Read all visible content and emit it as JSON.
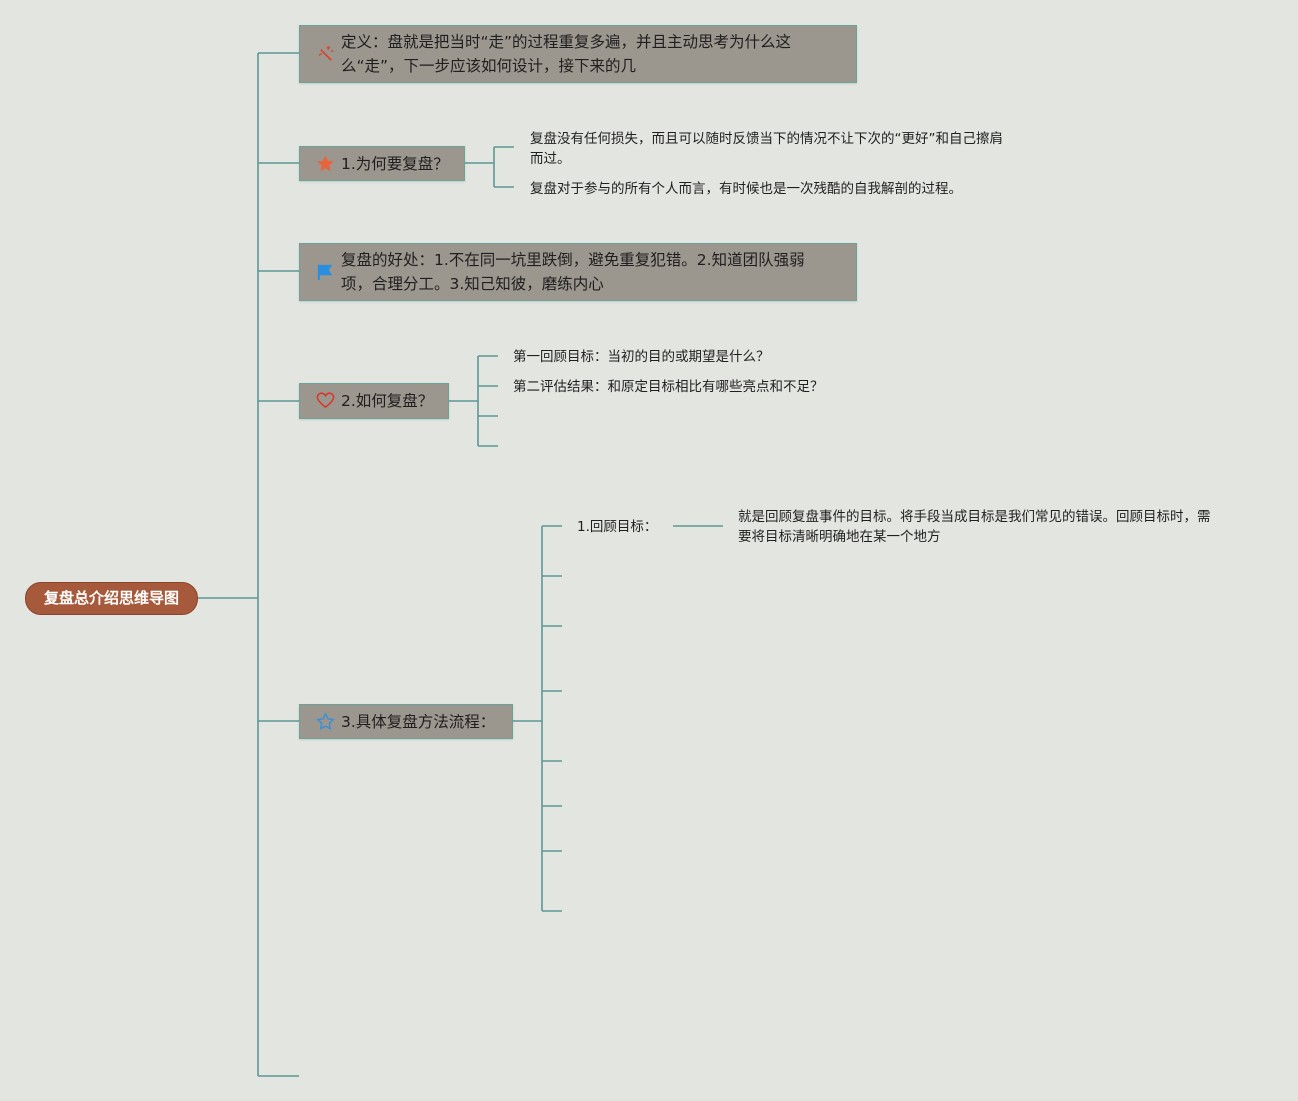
{
  "colors": {
    "background": "#e3e5e1",
    "root_fill": "#a65a3b",
    "topic_fill": "#9b968e",
    "topic_border": "#6aa39c",
    "line": "#5d9894"
  },
  "root": {
    "label": "复盘总介绍思维导图"
  },
  "definition": {
    "icon": "magic-wand-icon",
    "lines": [
      "定义：盘就是把当时“走”的过程重复多遍，并且主动思考为什么这",
      "么“走”，下一步应该如何设计，接下来的几"
    ]
  },
  "why": {
    "icon": "star-icon",
    "label": "1.为何要复盘？",
    "children": [
      {
        "lines": [
          "复盘没有任何损失，而且可以随时反馈当下的情况不让下次的“更好”和自己擦肩",
          "而过。"
        ]
      },
      {
        "lines": [
          "复盘对于参与的所有个人而言，有时候也是一次残酷的自我解剖的过程。"
        ]
      }
    ]
  },
  "benefits": {
    "icon": "flag-icon",
    "lines": [
      "复盘的好处：1.不在同一坑里跌倒，避免重复犯错。2.知道团队强弱",
      "项，合理分工。3.知己知彼，磨练内心"
    ]
  },
  "how": {
    "icon": "heart-icon",
    "label": "2.如何复盘？",
    "children": [
      "第一回顾目标：当初的目的或期望是什么？",
      "第二评估结果：和原定目标相比有哪些亮点和不足？"
    ]
  },
  "process": {
    "icon": "star-outline-icon",
    "label": "3.具体复盘方法流程：",
    "children": [
      {
        "label": "1.回顾目标：",
        "detail": [
          "就是回顾复盘事件的目标。将手段当成目标是我们常见的错误。回顾目标时，需",
          "要将目标清晰明确地在某一个地方"
        ]
      }
    ]
  }
}
